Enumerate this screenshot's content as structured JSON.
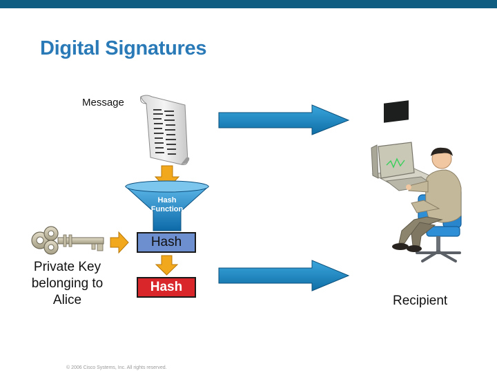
{
  "slide": {
    "title": "Digital Signatures",
    "copyright": "© 2006 Cisco Systems, Inc. All rights reserved."
  },
  "diagram": {
    "message_label": "Message",
    "funnel_label_line1": "Hash",
    "funnel_label_line2": "Function",
    "hash_top_label": "Hash",
    "hash_bottom_label": "Hash",
    "private_key_line1": "Private Key",
    "private_key_line2": "belonging to",
    "private_key_line3": "Alice",
    "recipient_label": "Recipient"
  },
  "colors": {
    "top_bar": "#0f5d80",
    "title": "#2a7ab8",
    "arrow_blue": "#1a8ac4",
    "arrow_orange": "#f2a81d",
    "funnel": "#1e88c7",
    "hash_blue": "#6e8fcf",
    "hash_red": "#d9262a"
  }
}
